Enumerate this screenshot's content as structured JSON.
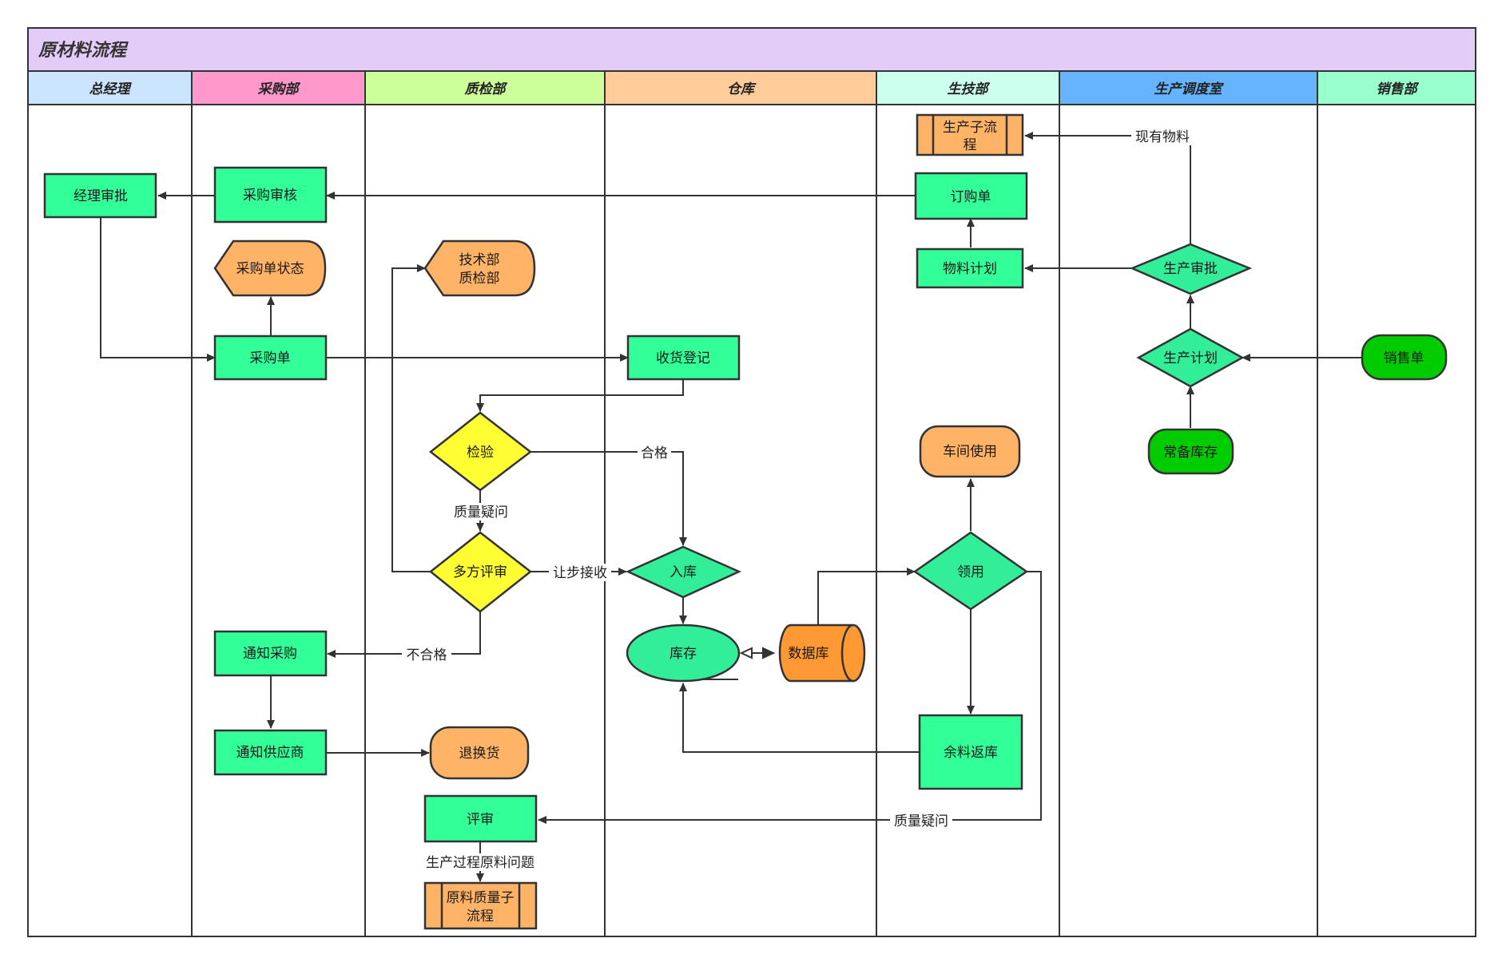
{
  "title": "原材料流程",
  "colors": {
    "title_bg": "#E3CCF8",
    "process": "#33FF99",
    "terminal": "#FFB366",
    "subprocess": "#FFB366",
    "decision_yellow": "#FFFF33",
    "decision_green": "#33EE99",
    "sales_terminal": "#00CC00",
    "database": "#FF9933",
    "stroke": "#333333"
  },
  "lanes": [
    {
      "label": "总经理",
      "color": "#CCE5FF"
    },
    {
      "label": "采购部",
      "color": "#FF99CC"
    },
    {
      "label": "质检部",
      "color": "#CCFF99"
    },
    {
      "label": "仓库",
      "color": "#FFCC99"
    },
    {
      "label": "生技部",
      "color": "#CCFFEE"
    },
    {
      "label": "生产调度室",
      "color": "#66B3FF"
    },
    {
      "label": "销售部",
      "color": "#99FFCC"
    }
  ],
  "nodes": {
    "manager_approve": "经理审批",
    "purchase_review": "采购审核",
    "po_status": "采购单状态",
    "purchase_order": "采购单",
    "notify_purchase": "通知采购",
    "notify_supplier": "通知供应商",
    "tech_qc": [
      "技术部",
      "质检部"
    ],
    "inspect": "检验",
    "multi_review": "多方评审",
    "return_exchange": "退换货",
    "review": "评审",
    "raw_quality_sub": [
      "原料质量子",
      "流程"
    ],
    "receive_register": "收货登记",
    "store_in": "入库",
    "inventory": "库存",
    "database": "数据库",
    "production_sub": [
      "生产子流",
      "程"
    ],
    "order_form": "订购单",
    "material_plan": "物料计划",
    "workshop_use": "车间使用",
    "requisition": "领用",
    "surplus_return": "余料返库",
    "production_approve": "生产审批",
    "production_plan": "生产计划",
    "standard_stock": "常备库存",
    "sales_order": "销售单"
  },
  "edge_labels": {
    "existing_material": "现有物料",
    "qualified": "合格",
    "quality_doubt": "质量疑问",
    "concession": "让步接收",
    "unqualified": "不合格",
    "quality_doubt_2": "质量疑问",
    "raw_problem": "生产过程原料问题"
  }
}
